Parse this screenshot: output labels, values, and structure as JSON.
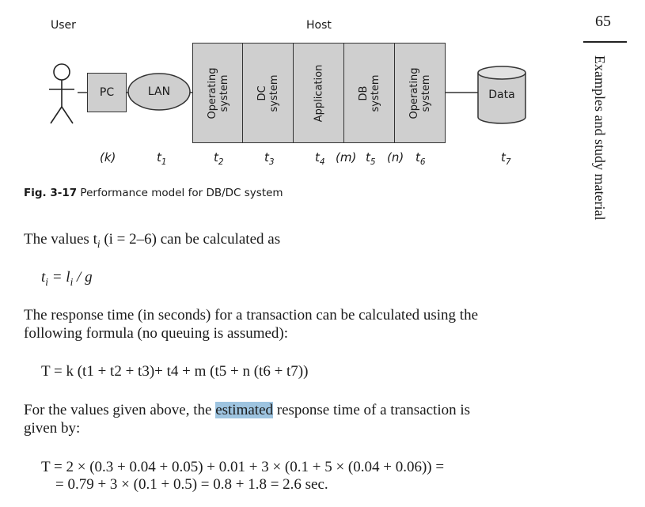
{
  "figure": {
    "user_label": "User",
    "host_label": "Host",
    "pc": "PC",
    "lan": "LAN",
    "columns": [
      {
        "l1": "Operating",
        "l2": "system"
      },
      {
        "l1": "DC",
        "l2": "system"
      },
      {
        "l1": "Application",
        "l2": ""
      },
      {
        "l1": "DB",
        "l2": "system"
      },
      {
        "l1": "Operating",
        "l2": "system"
      }
    ],
    "data": "Data",
    "k_label": "(k)",
    "m_label": "(m)",
    "n_label": "(n)",
    "t_base": "t",
    "t_subs": [
      "1",
      "2",
      "3",
      "4",
      "5",
      "6",
      "7"
    ],
    "caption_num": "Fig. 3-17",
    "caption_text": "Performance model for DB/DC system"
  },
  "text": {
    "p1": "The values t",
    "p1_sub": "i",
    "p1_rest": " (i = 2–6) can be calculated as",
    "eq1_t": "t",
    "eq1_sub": "i",
    "eq1_mid": " = l",
    "eq1_sub2": "i",
    "eq1_rest": " / g",
    "p2_line1": "The response time (in seconds) for a transaction can be calculated using the",
    "p2_line2": "following formula (no queuing is assumed):",
    "eq2": "T = k (t1 + t2 + t3)+ t4 + m (t5 + n (t6 + t7))",
    "p3_pre": "For the values given above, the ",
    "p3_hl": "estimated",
    "p3_post": " response time of a transaction is",
    "p3_line2": "given by:",
    "eq3_line1": "T = 2 × (0.3 + 0.04 + 0.05) + 0.01 + 3 × (0.1 + 5 × (0.04 + 0.06)) =",
    "eq3_line2": "= 0.79 + 3 × (0.1 + 0.5) = 0.8 + 1.8 = 2.6 sec."
  },
  "side": {
    "page_number": "65",
    "section_title": "Examples and study material"
  }
}
